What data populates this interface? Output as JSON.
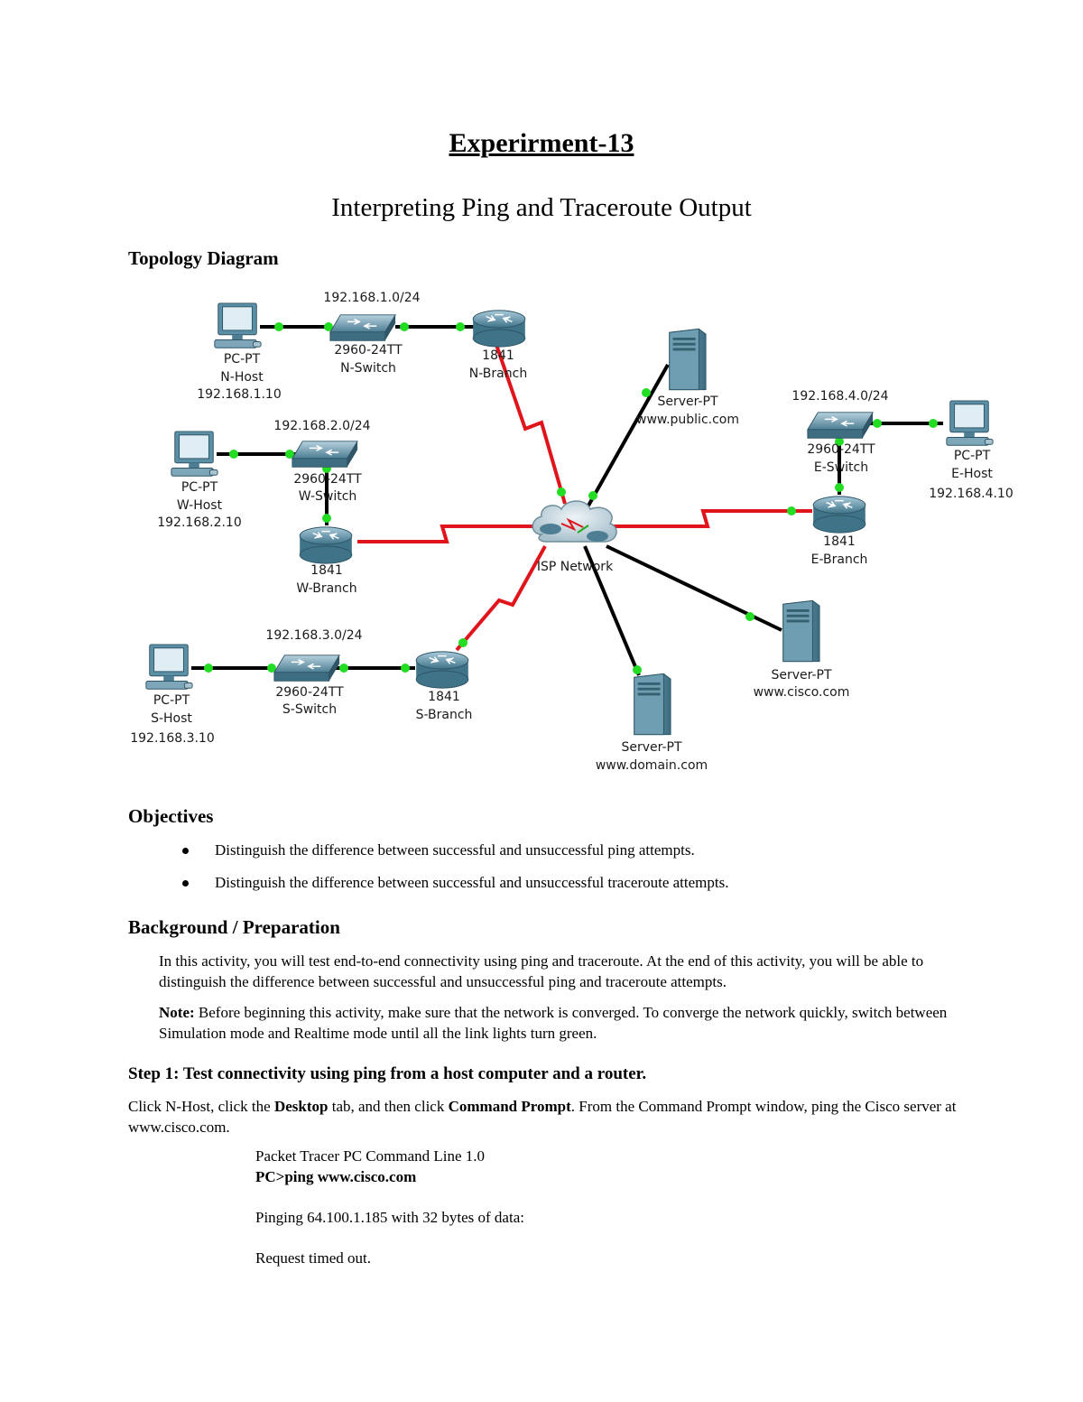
{
  "title": "Experirment-13",
  "subtitle": "Interpreting Ping and Traceroute Output",
  "topology_heading": "Topology Diagram",
  "diagram": {
    "networks": {
      "n": "192.168.1.0/24",
      "w": "192.168.2.0/24",
      "s": "192.168.3.0/24",
      "e": "192.168.4.0/24"
    },
    "n_host": {
      "type": "PC-PT",
      "name": "N-Host",
      "ip": "192.168.1.10"
    },
    "w_host": {
      "type": "PC-PT",
      "name": "W-Host",
      "ip": "192.168.2.10"
    },
    "s_host": {
      "type": "PC-PT",
      "name": "S-Host",
      "ip": "192.168.3.10"
    },
    "e_host": {
      "type": "PC-PT",
      "name": "E-Host",
      "ip": "192.168.4.10"
    },
    "n_switch": {
      "model": "2960-24TT",
      "name": "N-Switch"
    },
    "w_switch": {
      "model": "2960-24TT",
      "name": "W-Switch"
    },
    "s_switch": {
      "model": "2960-24TT",
      "name": "S-Switch"
    },
    "e_switch": {
      "model": "2960-24TT",
      "name": "E-Switch"
    },
    "n_router": {
      "model": "1841",
      "name": "N-Branch"
    },
    "w_router": {
      "model": "1841",
      "name": "W-Branch"
    },
    "s_router": {
      "model": "1841",
      "name": "S-Branch"
    },
    "e_router": {
      "model": "1841",
      "name": "E-Branch"
    },
    "cloud": "ISP Network",
    "server_public": {
      "type": "Server-PT",
      "name": "www.public.com"
    },
    "server_cisco": {
      "type": "Server-PT",
      "name": "www.cisco.com"
    },
    "server_domain": {
      "type": "Server-PT",
      "name": "www.domain.com"
    },
    "colors": {
      "ethernet": "#000000",
      "serial": "#e0141b",
      "link_light": "#22dd22",
      "device": "#5b8fa6"
    }
  },
  "objectives": {
    "heading": "Objectives",
    "items": [
      "Distinguish the difference between successful and unsuccessful ping attempts.",
      "Distinguish the difference between successful and unsuccessful traceroute attempts."
    ]
  },
  "background": {
    "heading": "Background / Preparation",
    "p1": "In this activity, you will test end-to-end connectivity using ping and traceroute. At the end of this activity, you will be able to distinguish the difference between successful and unsuccessful ping and traceroute attempts.",
    "note_label": "Note:",
    "note_text": " Before beginning this activity, make sure that the network is converged. To converge the network quickly, switch between Simulation mode and Realtime mode until all the link lights turn green."
  },
  "step1": {
    "heading": "Step 1: Test connectivity using ping from a host computer and a router.",
    "t1": "Click N-Host, click the ",
    "b1": "Desktop",
    "t2": " tab, and then click ",
    "b2": "Command Prompt",
    "t3": ". From the Command Prompt window, ping the Cisco server at www.cisco.com."
  },
  "console": {
    "line1": "Packet Tracer PC Command Line 1.0",
    "line2": "PC>ping www.cisco.com",
    "line3": "Pinging 64.100.1.185 with 32 bytes of data:",
    "line4": "Request timed out."
  }
}
